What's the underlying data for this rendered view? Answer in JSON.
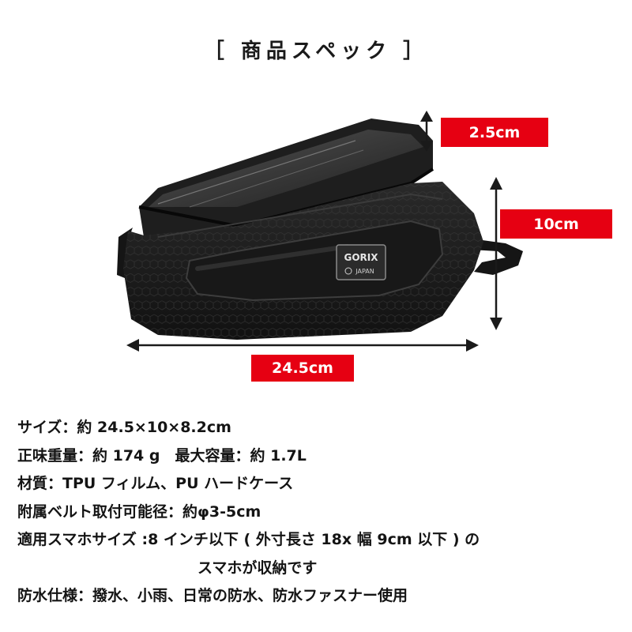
{
  "title": "［ 商品スペック ］",
  "brand": {
    "name": "GORIX",
    "sub": "JAPAN"
  },
  "dimensions": {
    "height": "2.5cm",
    "depth": "10cm",
    "width": "24.5cm"
  },
  "colors": {
    "accent": "#e60012",
    "text": "#141414",
    "bag": "#1c1c1c"
  },
  "specs": [
    "サイズ：約 24.5×10×8.2cm",
    "正味重量：約 174 g　最大容量：約 1.7L",
    "材質：TPU フィルム、PU ハードケース",
    "附属ベルト取付可能径：約φ3-5cm",
    "適用スマホサイズ :8 インチ以下 ( 外寸長さ 18x 幅 9cm 以下 ) の",
    "スマホが収納です",
    "防水仕様：撥水、小雨、日常の防水、防水ファスナー使用"
  ]
}
